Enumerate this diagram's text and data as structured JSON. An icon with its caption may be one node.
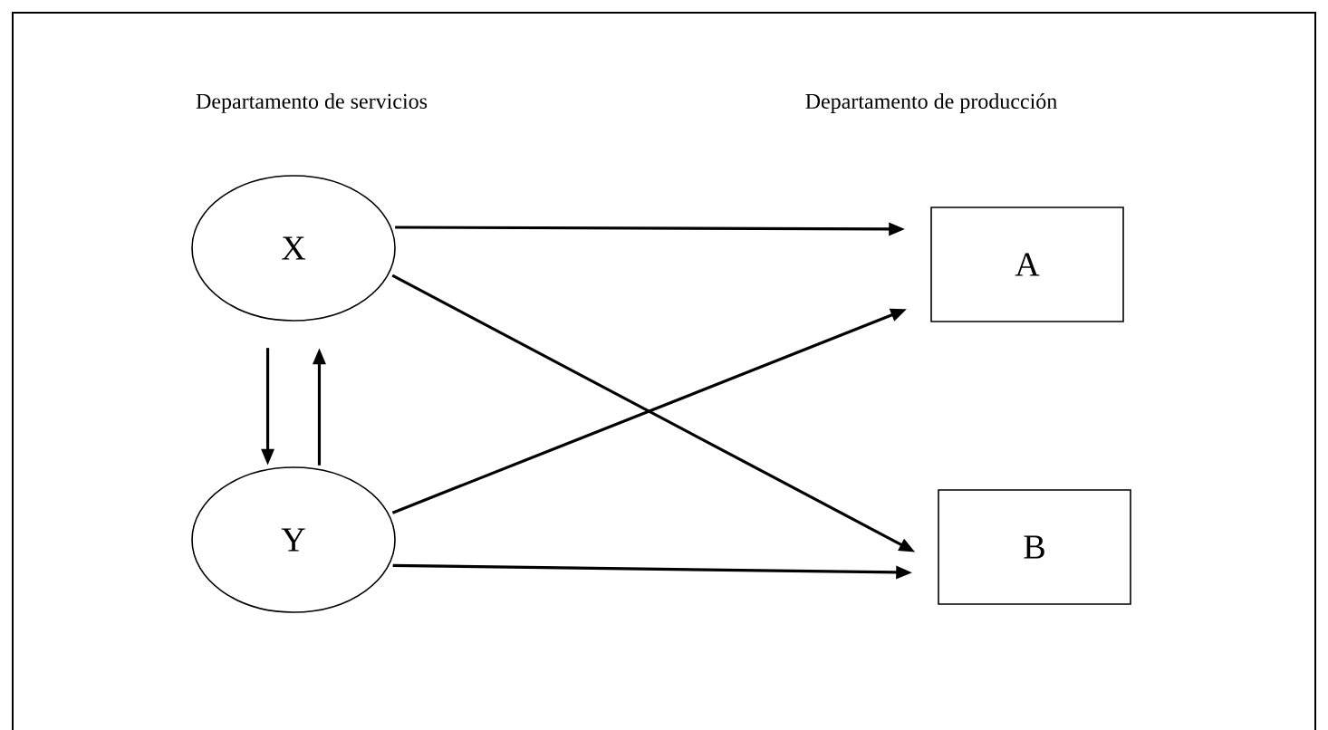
{
  "diagram": {
    "nodes": [
      {
        "text": [
          "Departamento de servicios"
        ]
      },
      {
        "text": [
          "X"
        ]
      },
      {
        "text": [
          "Y"
        ]
      },
      {
        "text": [
          "A"
        ]
      },
      {
        "text": [
          "B"
        ]
      },
      {
        "text": [
          "Departamento de producción"
        ]
      }
    ],
    "edges": [
      {
        "from": 1,
        "to": 3,
        "arrow": "to"
      },
      {
        "from": 1,
        "to": 4,
        "arrow": "to"
      },
      {
        "from": 1,
        "to": 2,
        "arrow": "to"
      },
      {
        "from": 2,
        "to": 1,
        "arrow": "to"
      },
      {
        "from": 2,
        "to": 3,
        "arrow": "to"
      },
      {
        "from": 2,
        "to": 4,
        "arrow": "to"
      }
    ]
  }
}
